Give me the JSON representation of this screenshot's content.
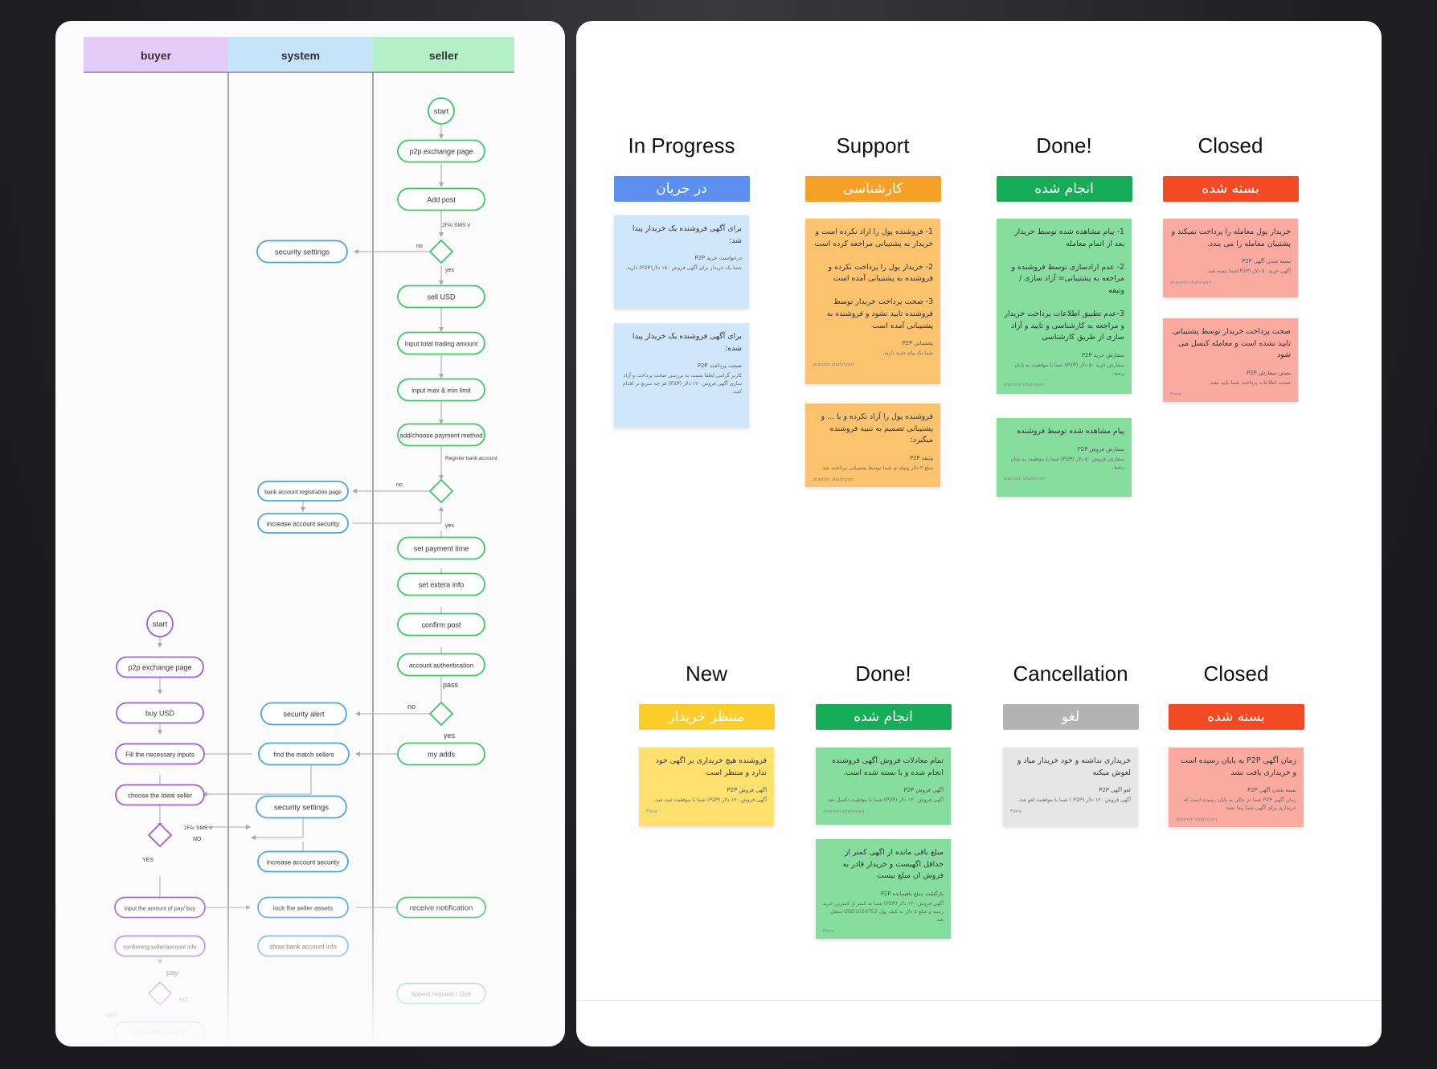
{
  "swimlane": {
    "lanes": [
      "buyer",
      "system",
      "seller"
    ],
    "nodes": {
      "seller_start": "start",
      "seller_p2p": "p2p exchange page",
      "add_post": "Add post",
      "twofa_label": "2FA/ SMS V",
      "security_settings_1": "security settings",
      "no_1": "no",
      "yes_1": "yes",
      "sell_usd": "sell USD",
      "input_total": "Input total trading amount",
      "input_maxmin": "input max & min limit",
      "add_payment": "add/choose payment method",
      "register_bank": "Register bank account",
      "bank_reg_page": "bank account registration page",
      "no_2": "no",
      "increase_security_1": "increase account security",
      "yes_2": "yes",
      "set_payment_time": "set payment time",
      "set_extra": "set extera info",
      "confirm_post": "confirm post",
      "account_auth": "account authentication",
      "pass": "pass",
      "security_alert": "security alert",
      "no_3": "no",
      "yes_3": "yes",
      "my_adds": "my adds",
      "find_sellers": "find the match sellers",
      "buyer_start": "start",
      "buyer_p2p": "p2p exchange page",
      "buy_usd": "buy USD",
      "fill_inputs": "Fill the necessary inputs",
      "choose_seller": "choose the Ideal seller",
      "security_settings_2": "security settings",
      "twofa_label_2": "2FA/ SMS V",
      "no_4": "NO",
      "yes_4": "YES",
      "increase_security_2": "increase account security",
      "input_amount": "input the amount of pay/ buy",
      "lock_assets": "lock the seller assets",
      "receive_notif": "receive notification",
      "confirming_seller": "confirming seller/account info",
      "show_bank": "show bank account info",
      "pay": "pay",
      "no_5": "NO",
      "appeal": "appeal request / chat",
      "yes_5": "YES",
      "appeal_received": "appeal received"
    }
  },
  "kanban": {
    "top": [
      {
        "title": "In Progress",
        "header": "در جریان",
        "color": "#5b8ff0",
        "cards": [
          {
            "bg": "#cfe6fb",
            "text": "برای آگهی فروشنده یک خریدار پیدا شد:",
            "sub": "درخواست خرید P2P",
            "body": "شما یک خریدار برای آگهی فروش ۱۵۰ دلار(P2P) دارید.",
            "author": ""
          },
          {
            "bg": "#cfe6fb",
            "text": "برای آگهی فروشنده یک خریدار پیدا شده:",
            "sub": "صحت پرداخت P2P",
            "body": "کاربر گرامی لطفا نسبت به بررسی صحت پرداخت و آزاد سازی آگهی فروش ۱۲۰ دلار (P2P) هر چه سریع تر اقدام کنید.",
            "author": ""
          }
        ]
      },
      {
        "title": "Support",
        "header": "کارشناسی",
        "color": "#f6a027",
        "cards": [
          {
            "bg": "#fbc36e",
            "text": "1- فروشنده پول را ازاد نکرده است و خریدار به پشتیبانی مراجعه کرده است\n\n2- خریدار پول را پرداخت نکرده و فروشنده به پشتیبانی آمده است\n\n3- صحت پرداخت خریدار توسط فروشنده تایید نشود و فروشنده به پشتیبانی آمده است",
            "sub": "پشتیبانی P2P",
            "body": "شما یک پیام جدید دارید.",
            "author": "shamim shahriyari"
          },
          {
            "bg": "#fbc36e",
            "text": "فروشنده پول را آزاد نکرده و یا ... و پشتیبانی تصمیم به تنبیه فروشنده میگیرد:",
            "sub": "وثیقه P2P",
            "body": "مبلغ ۲ دلار وثیقه ی شما توسط پشتیبانی برداشته شد.",
            "author": "shamim shahriyari"
          }
        ]
      },
      {
        "title": "Done!",
        "header": "انجام شده",
        "color": "#17ad58",
        "cards": [
          {
            "bg": "#85dd9e",
            "text": "1- پیام مشاهده شده توسط خریدار بعد از اتمام معامله\n\n2- عدم ازادسازی توسط فروشنده و مراجعه به پشتیبانی= آزاد سازی / وثیقه\n\n3-عدم تطبیق اطلاعات پرداخت خریدار و مراجعه به کارشناسی و تایید و آزاد سازی از طریق کارشناسی",
            "sub": "سفارش خرید P2P",
            "body": "سفارش خرید ۵۰ دلار (P2P) شما با موفقیت به پایان رسید.",
            "author": "shamim shahriyari"
          },
          {
            "bg": "#85dd9e",
            "text": "پیام مشاهده شده توسط فروشنده",
            "sub": "سفارش فروش P2P",
            "body": "سفارش فروش ۵۰ دلار (P2P) شما با موفقیت به پایان رسید.",
            "author": "shamim shahriyari"
          }
        ]
      },
      {
        "title": "Closed",
        "header": "بسته شده",
        "color": "#f34a25",
        "cards": [
          {
            "bg": "#fbaaa0",
            "text": "خریدار پول معامله را پرداخت نمیکند و پشتیبان معامله را می بندد.",
            "sub": "بسته شدن آگهی P2P",
            "body": "آگهی خرید ۵۰ دلار (P2P)شما بسته شد.",
            "author": "shamim shahriyari"
          },
          {
            "bg": "#fbaaa0",
            "text": "صحت پرداخت خریدار توسط پشتیبانی تایید نشده است و معامله کنسل می شود",
            "sub": "بستن سفارش P2P",
            "body": "صحت اطلاعات پرداخت شما تایید نشد.",
            "author": "Flora"
          }
        ]
      }
    ],
    "bottom": [
      {
        "title": "New",
        "header": "منتظر خریدار",
        "color": "#fbcd2a",
        "cards": [
          {
            "bg": "#fde06e",
            "text": "فروشنده هیچ خریداری بر اگهی خود ندارد و منتظر است",
            "sub": "آگهی فروش P2P",
            "body": "آگهی فروش ۱۲۰ دلار (P2P) شما با موفقیت ثبت شد.",
            "author": "Flora"
          }
        ]
      },
      {
        "title": "Done!",
        "header": "انجام شده",
        "color": "#17ad58",
        "cards": [
          {
            "bg": "#85dd9e",
            "text": "تمام معادلات فروش آگهی فروشنده انجام شده و با بسته شده است.",
            "sub": "آگهی فروش P2P",
            "body": "آگهی فروش ۱۲۰ دلار (P2P) شما با موفقیت تکمیل شد.",
            "author": "shamim shahriyari"
          },
          {
            "bg": "#85dd9e",
            "text": "مبلغ باقی مانده از اگهی کمتر از حداقل اگهیست و خریدار قادر به فروش ان مبلغ نیست",
            "sub": "بازگشت مبلغ باقیمانده P2P",
            "body": "آگهی فروش ۱۲۰ دلار (P2P) شما به کمتر از کمترین خرید رسید و مبلغ ۵ دلار به کیف پول USD1020752 منتقل شد.",
            "author": "Flora"
          }
        ]
      },
      {
        "title": "Cancellation",
        "header": "لغو",
        "color": "#b3b3b3",
        "cards": [
          {
            "bg": "#e6e6e6",
            "text": "خریداری نداشته و خود خریدار میاد و لغوش میکنه",
            "sub": "لغو آگهی P2P",
            "body": "آگهی فروش ۱۲۰ دلار (P2P ) شما با موفقیت لغو شد.",
            "author": "Flora"
          }
        ]
      },
      {
        "title": "Closed",
        "header": "بسته شده",
        "color": "#f34a25",
        "cards": [
          {
            "bg": "#fbaaa0",
            "text": "زمان آگهی P2P به پایان رسیده است و خریداری یافت نشد",
            "sub": "بسته شدن آگهی P2P",
            "body": "زمان آگهی P2P شما در حالی به پایان رسیده است که خریداری برای آگهی شما پیدا نشد.",
            "author": "shamim shahriyari"
          }
        ]
      }
    ]
  }
}
